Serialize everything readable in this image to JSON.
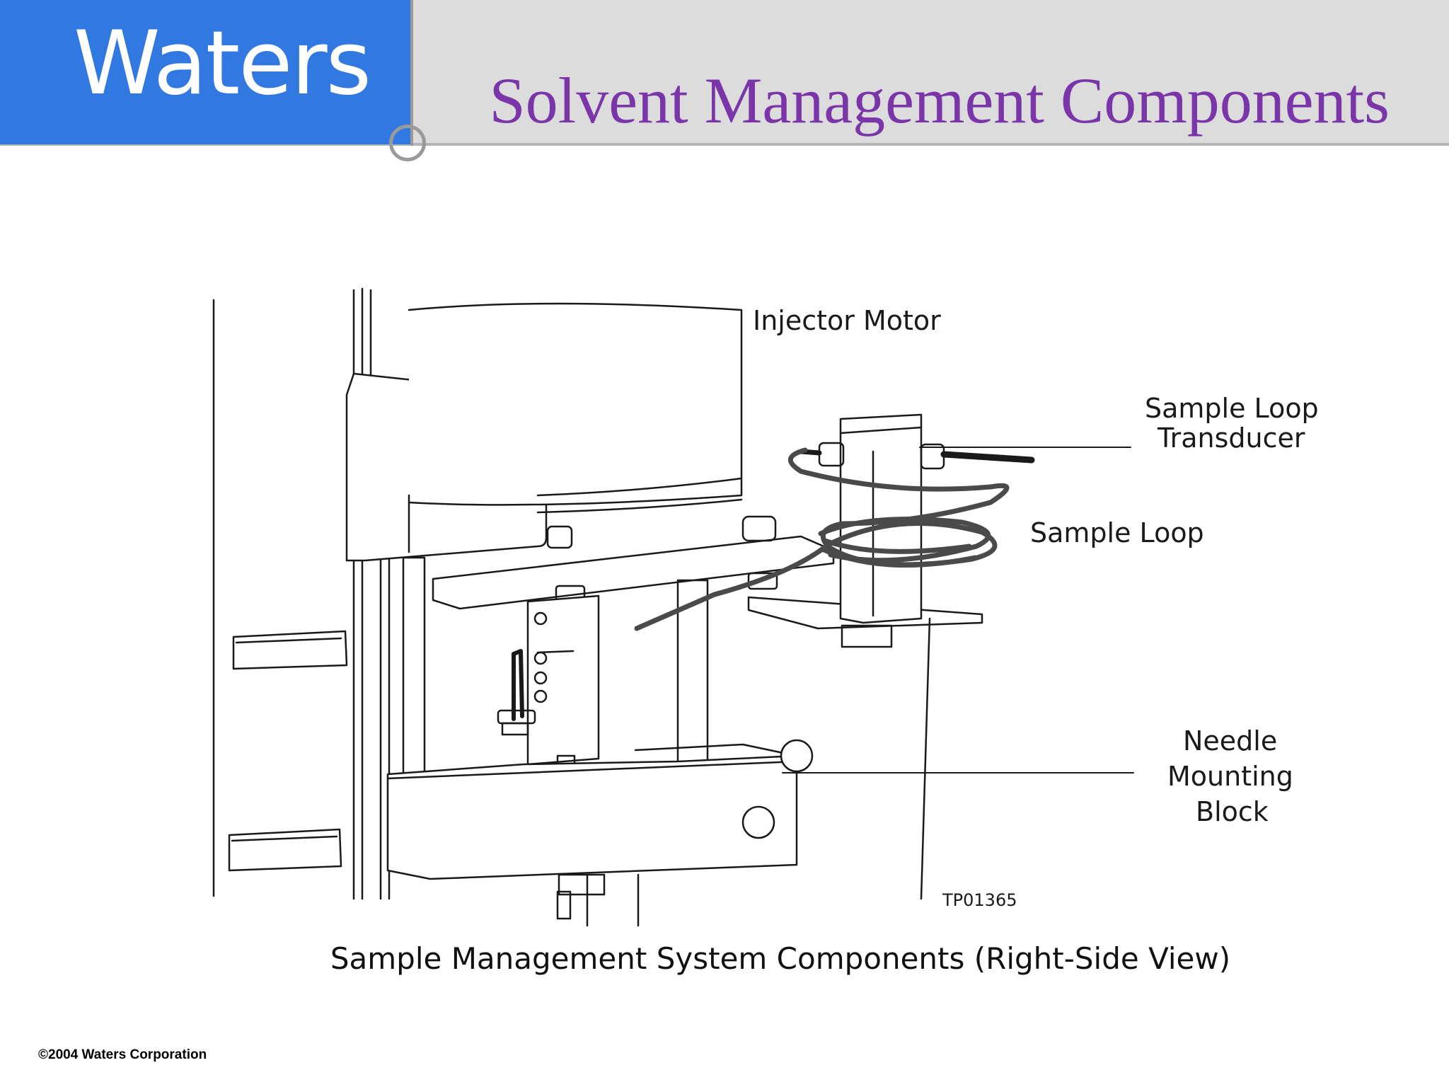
{
  "header": {
    "logo_text": "Waters",
    "title": "Solvent Management Components"
  },
  "diagram": {
    "labels": {
      "injector_motor": "Injector Motor",
      "sample_loop_transducer_line1": "Sample Loop",
      "sample_loop_transducer_line2": "Transducer",
      "sample_loop": "Sample Loop",
      "needle_mounting_block_line1": "Needle",
      "needle_mounting_block_line2": "Mounting",
      "needle_mounting_block_line3": "Block"
    },
    "figure_code": "TP01365",
    "caption": "Sample Management System Components (Right-Side View)"
  },
  "footer": {
    "copyright": "©2004 Waters Corporation"
  },
  "colors": {
    "logo_background": "#3179e0",
    "header_background": "#dcdcdc",
    "title": "#7a35a8"
  }
}
